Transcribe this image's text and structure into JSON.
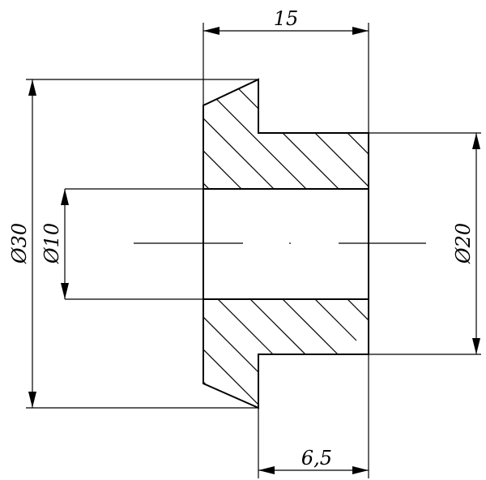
{
  "drawing": {
    "line_color": "#000000",
    "background": "#ffffff",
    "dimensions": {
      "length_total": "15",
      "length_flange": "6,5",
      "outer_diameter_flange": "Ø30",
      "outer_diameter_body": "Ø20",
      "inner_diameter_bore": "Ø10"
    }
  }
}
